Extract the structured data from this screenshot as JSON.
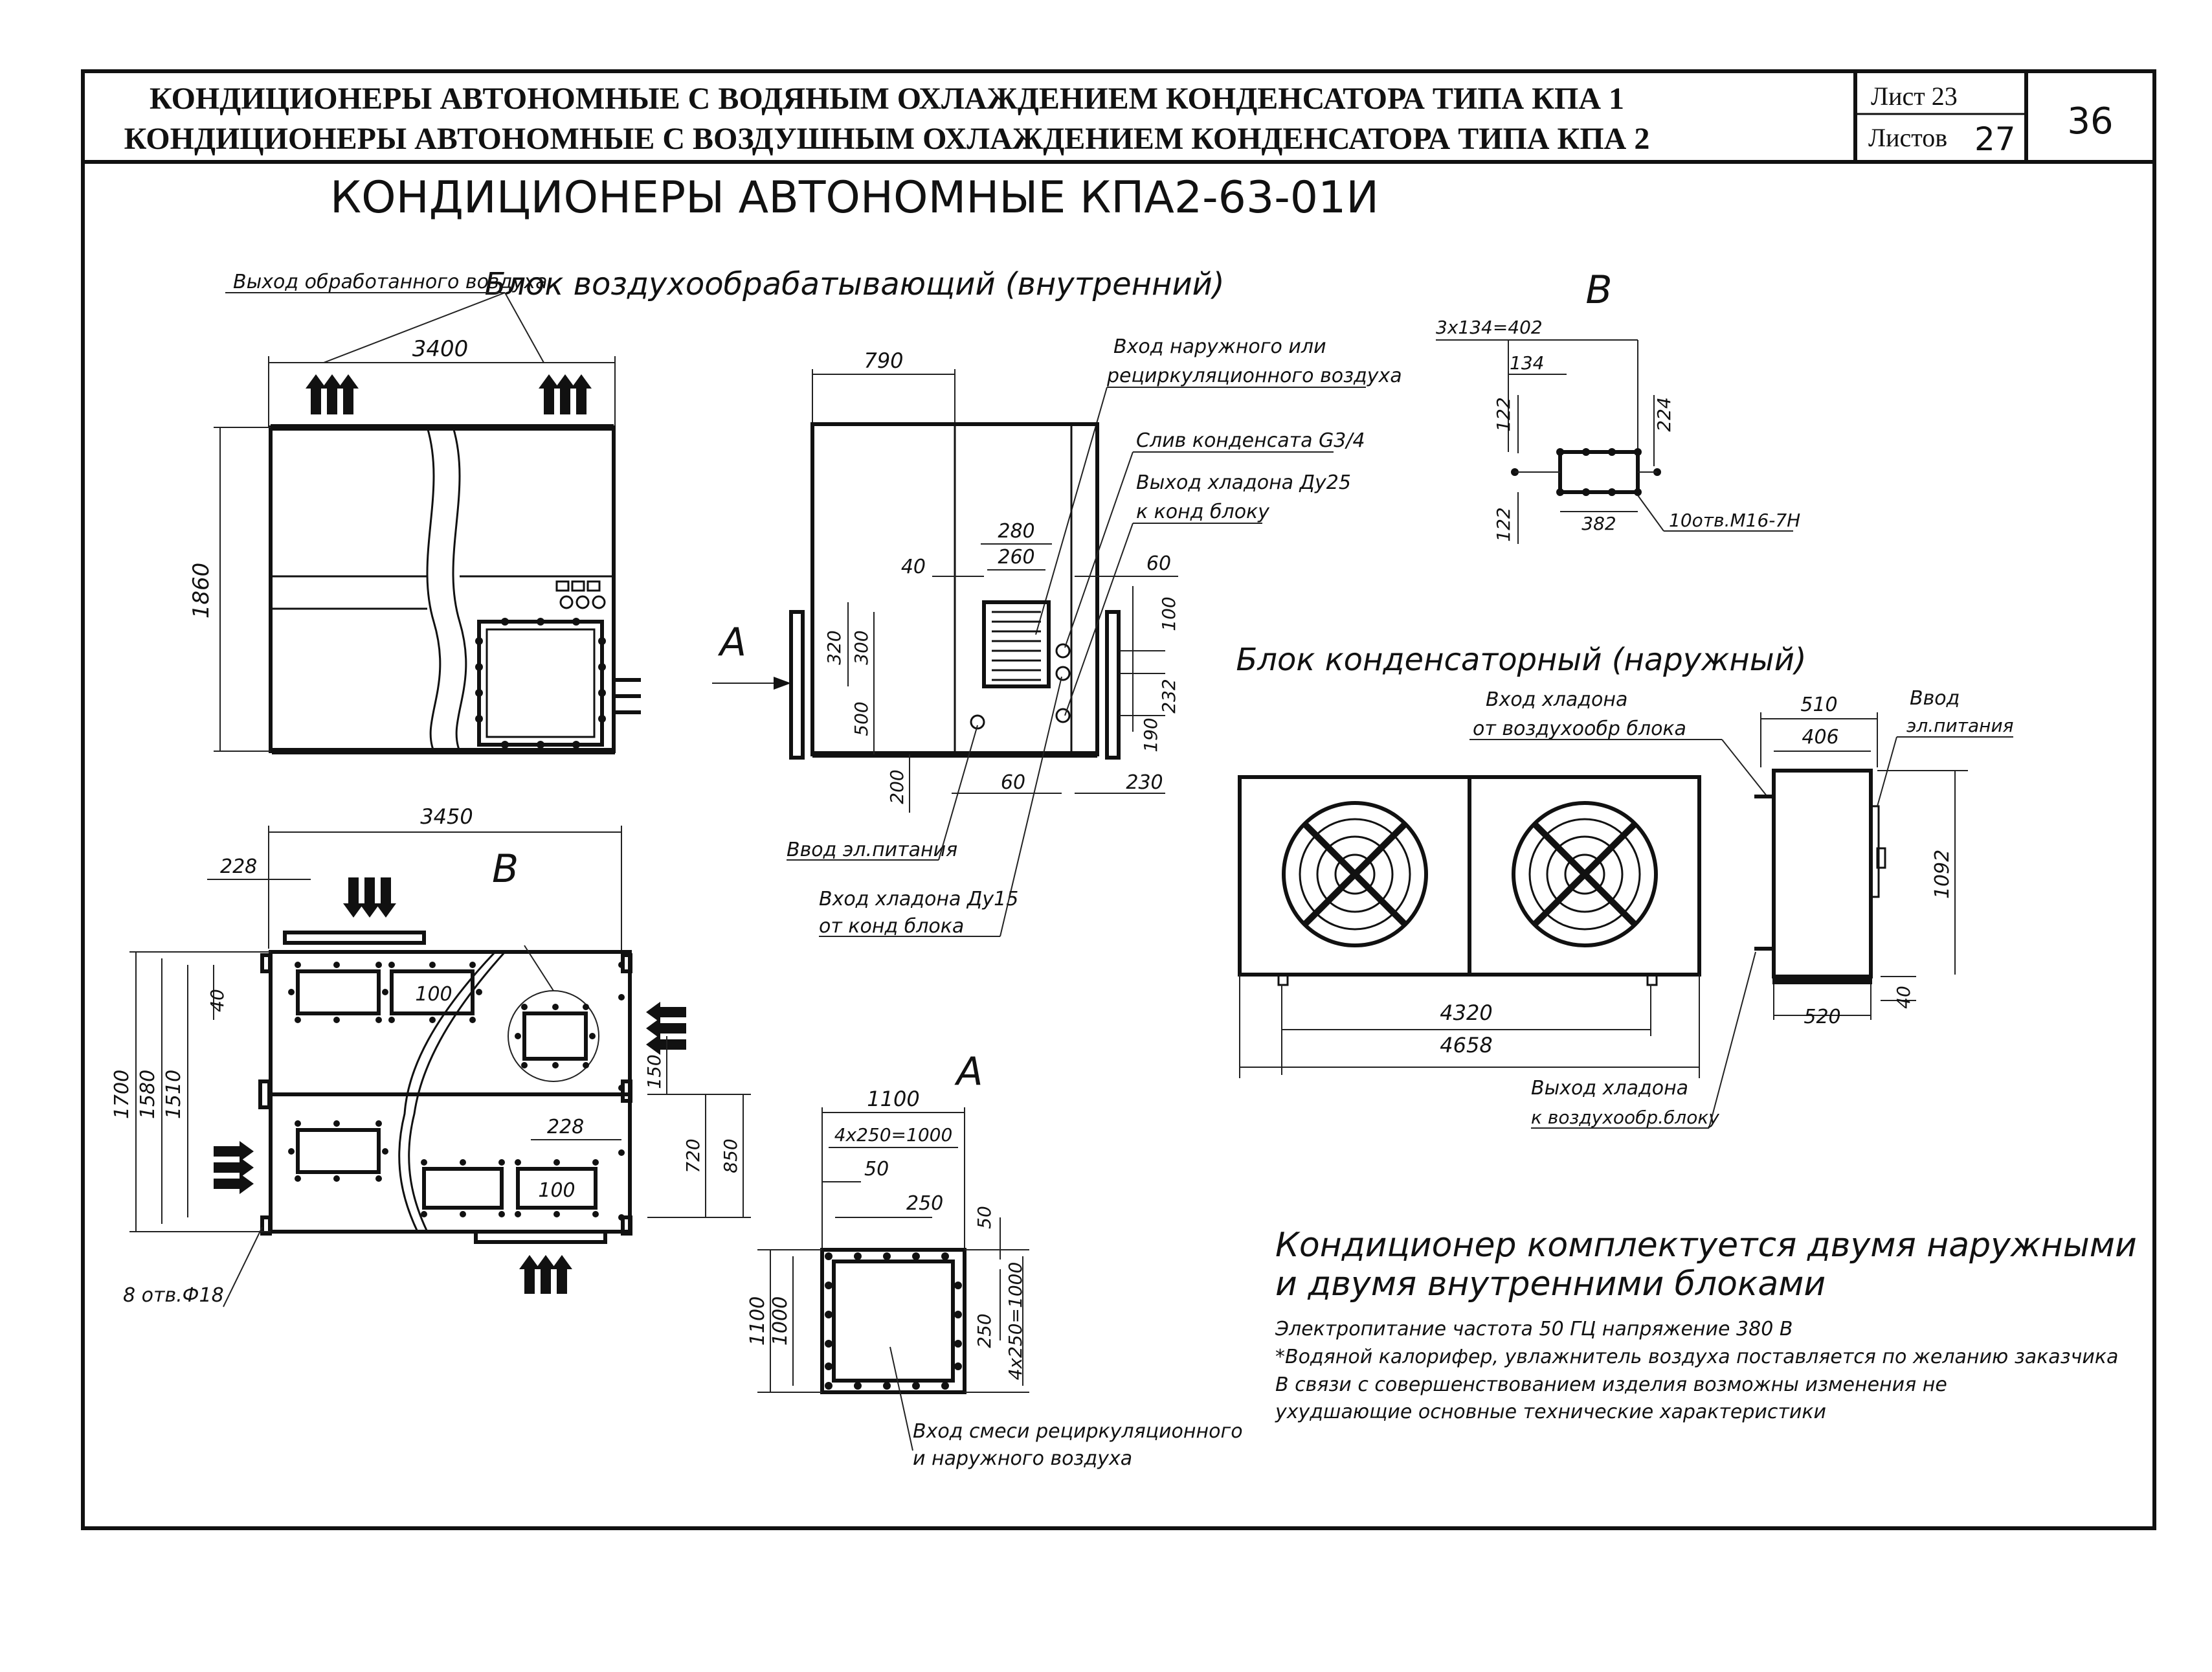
{
  "header": {
    "title_line1": "КОНДИЦИОНЕРЫ АВТОНОМНЫЕ С ВОДЯНЫМ ОХЛАЖДЕНИЕМ КОНДЕНСАТОРА ТИПА КПА 1",
    "title_line2": "КОНДИЦИОНЕРЫ АВТОНОМНЫЕ С ВОЗДУШНЫМ ОХЛАЖДЕНИЕМ КОНДЕНСАТОРА ТИПА КПА 2",
    "sheet_label": "Лист 23",
    "sheets_label": "Листов",
    "sheets_count": "27",
    "page_number": "36"
  },
  "main_title": "КОНДИЦИОНЕРЫ АВТОНОМНЫЕ КПА2-63-01И",
  "indoor": {
    "heading": "Блок воздухообрабатывающий (внутренний)",
    "outlet_label": "Выход обработанного воздуха",
    "dim_width": "3400",
    "dim_height": "1860"
  },
  "side_view": {
    "dim_790": "790",
    "inlet_label_1": "Вход наружного или",
    "inlet_label_2": "рециркуляционного воздуха",
    "drain_label": "Слив конденсата G3/4",
    "coolant_out_1": "Выход хладона Ду25",
    "coolant_out_2": "к конд блоку",
    "dim_280": "280",
    "dim_260": "260",
    "dim_40": "40",
    "dim_60r": "60",
    "dim_100": "100",
    "dim_232": "232",
    "dim_190": "190",
    "dim_320": "320",
    "dim_300": "300",
    "dim_500": "500",
    "dim_200": "200",
    "dim_60b": "60",
    "dim_230": "230",
    "label_a": "А",
    "power_label": "Ввод эл.питания",
    "coolant_in_1": "Вход хладона Ду15",
    "coolant_in_2": "от конд блока"
  },
  "detail_b": {
    "label": "В",
    "dim_top": "3х134=402",
    "dim_134": "134",
    "dim_122a": "122",
    "dim_224": "224",
    "dim_122b": "122",
    "dim_382": "382",
    "holes": "10отв.М16-7Н"
  },
  "outdoor": {
    "heading": "Блок конденсаторный (наружный)",
    "coolant_in_1": "Вход хладона",
    "coolant_in_2": "от воздухообр блока",
    "dim_4320": "4320",
    "dim_4658": "4658",
    "coolant_out_1": "Выход хладона",
    "coolant_out_2": "к воздухообр.блоку",
    "dim_510": "510",
    "dim_406": "406",
    "power_1": "Ввод",
    "power_2": "эл.питания",
    "dim_1092": "1092",
    "dim_520": "520",
    "dim_40": "40"
  },
  "plan_view": {
    "dim_3450": "3450",
    "dim_228a": "228",
    "label_b": "В",
    "dim_100a": "100",
    "dim_40": "40",
    "dim_1700": "1700",
    "dim_1580": "1580",
    "dim_1510": "1510",
    "dim_150": "150",
    "dim_228b": "228",
    "dim_720": "720",
    "dim_850": "850",
    "dim_100b": "100",
    "holes": "8 отв.Ф18"
  },
  "view_a": {
    "label": "А",
    "dim_1100": "1100",
    "dim_4x250": "4х250=1000",
    "dim_50": "50",
    "dim_250": "250",
    "dim_50r": "50",
    "dim_250r": "250",
    "dim_4x250r": "4х250=1000",
    "dim_1100v": "1100",
    "dim_1000v": "1000",
    "mix_label_1": "Вход смеси рециркуляционного",
    "mix_label_2": "и наружного воздуха"
  },
  "notes": {
    "big_1": "Кондиционер комплектуется двумя наружными",
    "big_2": "и двумя внутренними блоками",
    "line_1": "Электропитание   частота 50 ГЦ  напряжение 380 В",
    "line_2": "*Водяной калорифер, увлажнитель воздуха поставляется по желанию заказчика",
    "line_3": "В связи с совершенствованием изделия возможны изменения не",
    "line_4": "ухудшающие основные технические характеристики"
  }
}
